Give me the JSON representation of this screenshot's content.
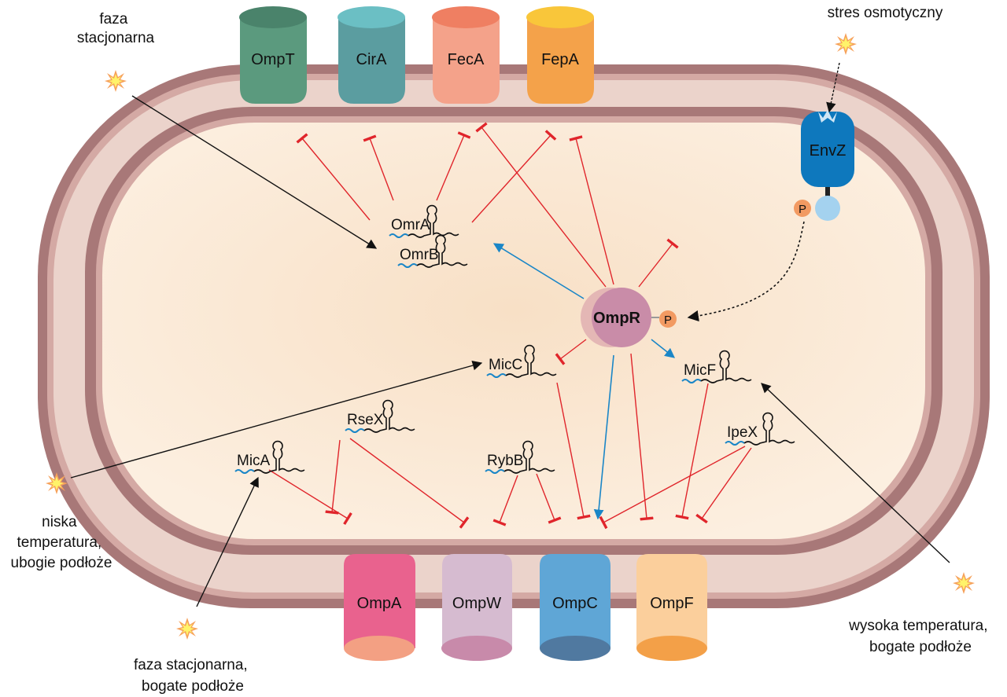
{
  "diagram": {
    "type": "cell-regulation-diagram",
    "outer_membrane_proteins_top": [
      {
        "id": "OmpT",
        "label": "OmpT",
        "color": "#5b9a7e",
        "cap": "#4a836b"
      },
      {
        "id": "CirA",
        "label": "CirA",
        "color": "#5b9da0",
        "cap": "#6bbfc4"
      },
      {
        "id": "FecA",
        "label": "FecA",
        "color": "#f4a28a",
        "cap": "#ef7f62"
      },
      {
        "id": "FepA",
        "label": "FepA",
        "color": "#f4a24a",
        "cap": "#f9c63a"
      }
    ],
    "outer_membrane_proteins_bottom": [
      {
        "id": "OmpA",
        "label": "OmpA",
        "color": "#e9628e",
        "cap": "#f3a083"
      },
      {
        "id": "OmpW",
        "label": "OmpW",
        "color": "#d6bbd0",
        "cap": "#c88aaa"
      },
      {
        "id": "OmpC",
        "label": "OmpC",
        "color": "#5fa6d6",
        "cap": "#5079a0"
      },
      {
        "id": "OmpF",
        "label": "OmpF",
        "color": "#fbcf9c",
        "cap": "#f3a048"
      }
    ],
    "sensor": {
      "label": "EnvZ",
      "color": "#0e78bd",
      "phospho": "P"
    },
    "regulator": {
      "label": "OmpR",
      "phospho": "P",
      "color": "#c98ca8",
      "shadow": "#e4b7b5"
    },
    "srnas": [
      {
        "id": "OmrA",
        "label": "OmrA"
      },
      {
        "id": "OmrB",
        "label": "OmrB"
      },
      {
        "id": "MicC",
        "label": "MicC"
      },
      {
        "id": "MicF",
        "label": "MicF"
      },
      {
        "id": "RseX",
        "label": "RseX"
      },
      {
        "id": "MicA",
        "label": "MicA"
      },
      {
        "id": "RybB",
        "label": "RybB"
      },
      {
        "id": "IpeX",
        "label": "IpeX"
      }
    ],
    "signals": {
      "top_left": [
        "faza",
        "stacjonarna"
      ],
      "top_right": [
        "stres osmotyczny"
      ],
      "left": [
        "niska",
        "temperatura,",
        "ubogie podłoże"
      ],
      "bottom_left": [
        "faza stacjonarna,",
        "bogate podłoże"
      ],
      "bottom_right": [
        "wysoka temperatura,",
        "bogate podłoże"
      ]
    },
    "colors": {
      "membrane_dark": "#a87878",
      "membrane_light": "#e8cfc8",
      "membrane_mid": "#d4a9a4",
      "cytoplasm": "#fbe9d4",
      "inhibition": "#e0252b",
      "activation": "#1a86c7",
      "signal": "#111111"
    }
  }
}
